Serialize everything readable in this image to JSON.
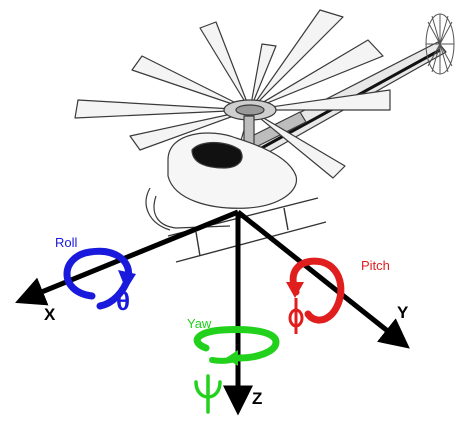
{
  "labels": {
    "roll": "Roll",
    "roll_symbol": "θ",
    "pitch": "Pitch",
    "pitch_symbol": "φ",
    "yaw": "Yaw",
    "yaw_symbol": "ψ",
    "axis_x": "X",
    "axis_y": "Y",
    "axis_z": "Z"
  },
  "colors": {
    "roll": "#1a1adc",
    "pitch": "#e01e1e",
    "yaw": "#22d11c",
    "axis": "#000000",
    "outline": "#3a3a3a",
    "blade_fill": "#f4f4f4"
  }
}
